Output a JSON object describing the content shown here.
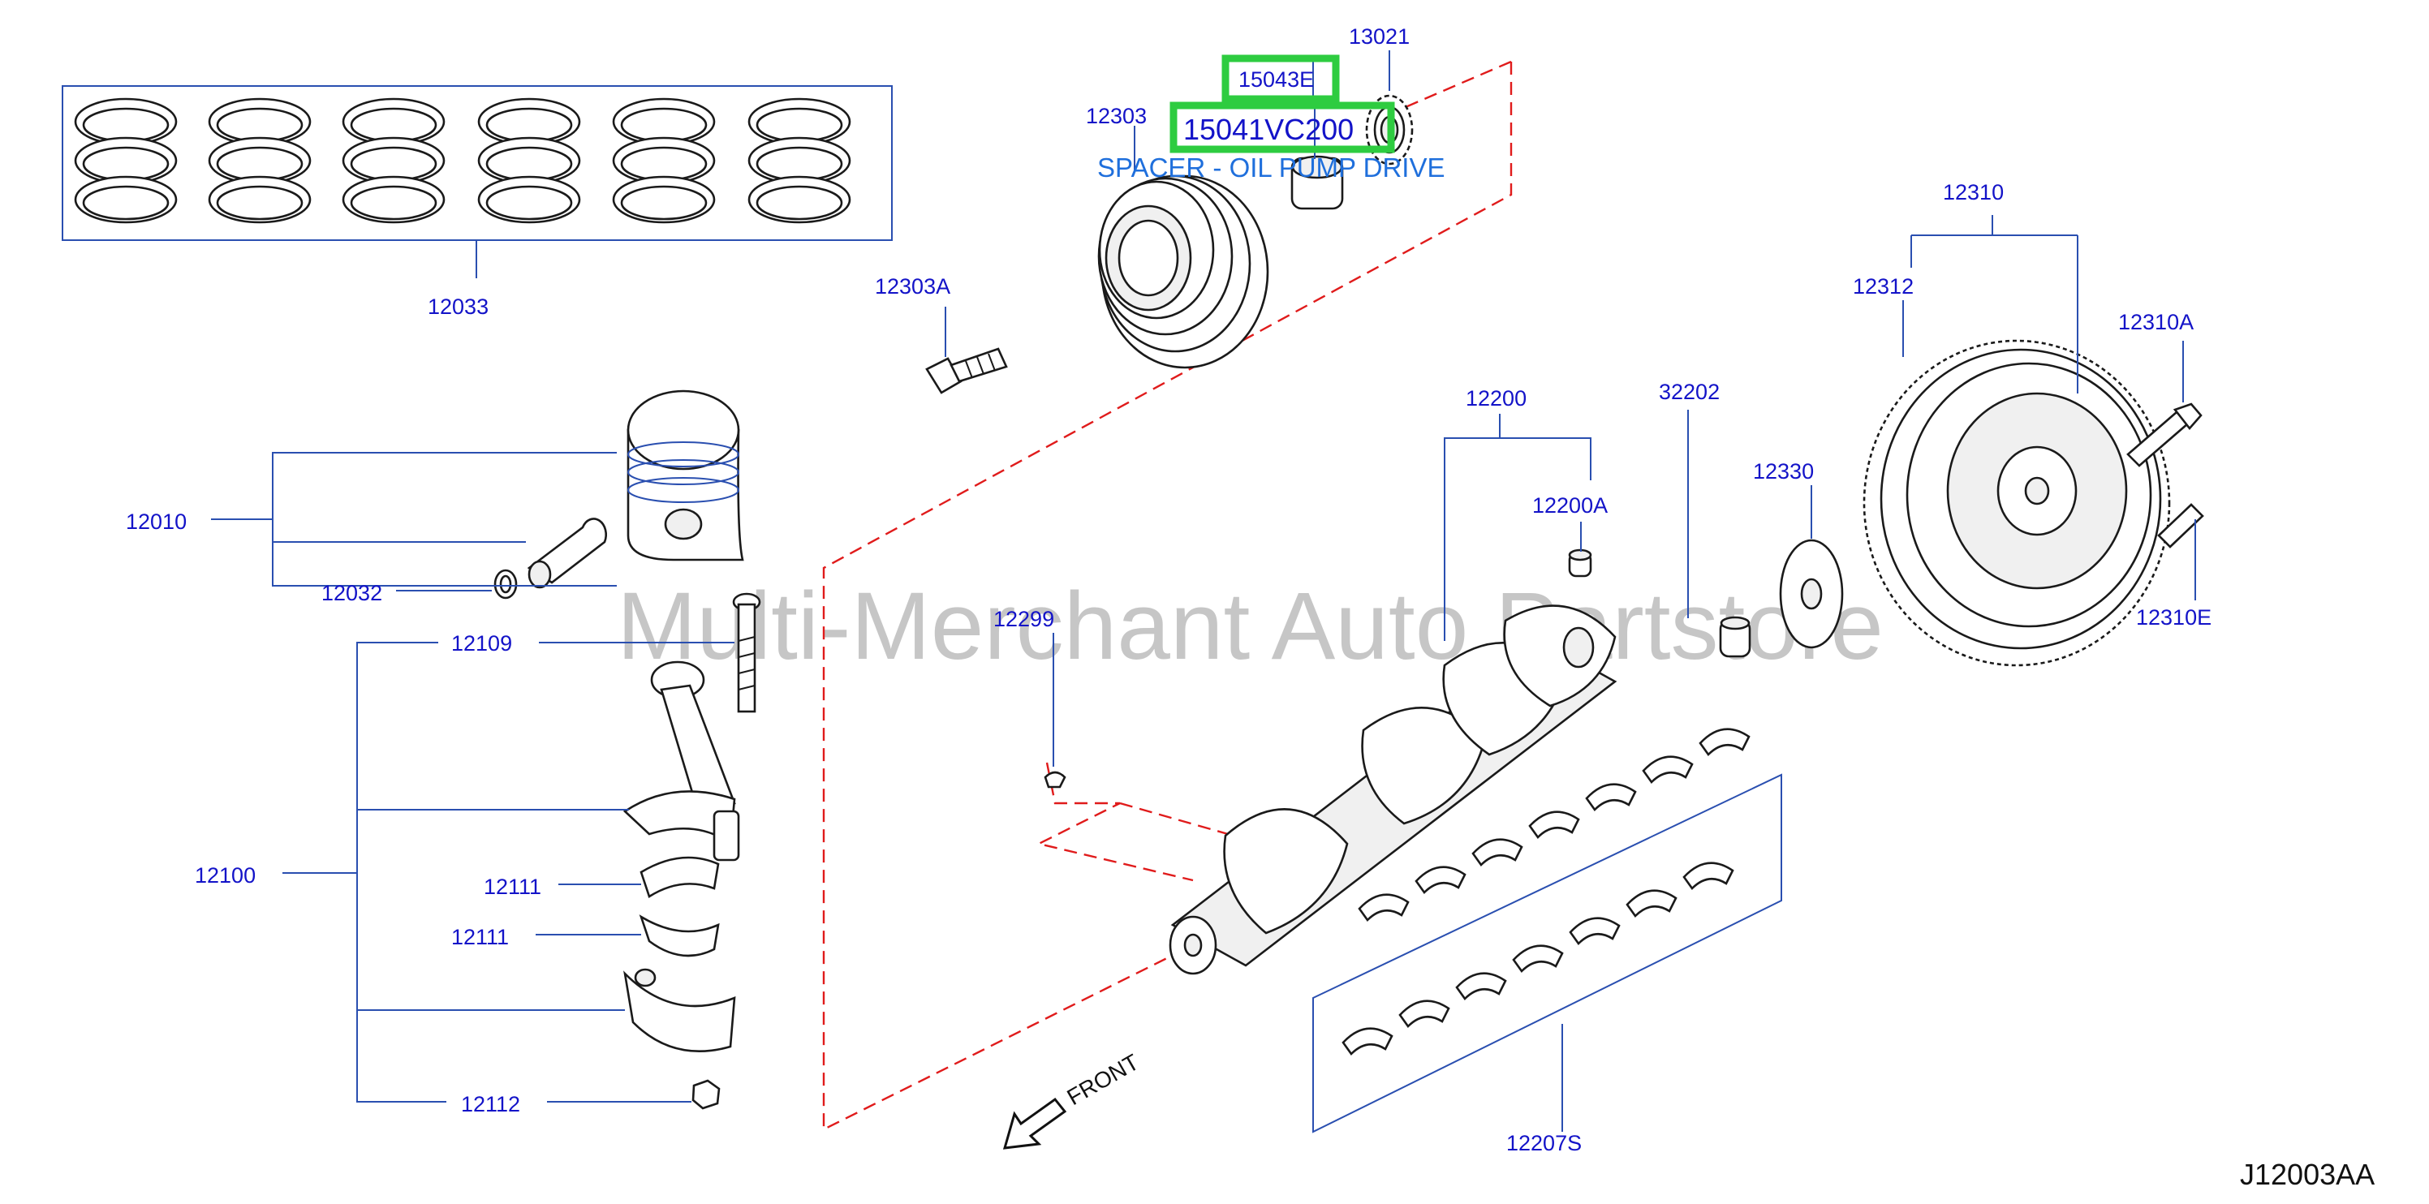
{
  "diagram": {
    "code": "J12003AA",
    "watermark": "Multi-Merchant Auto Partstore",
    "front_label": "FRONT",
    "annotation": "SPACER - OIL PUMP DRIVE",
    "highlight_colour": "#2ecc40",
    "label_colour": "#1313c8",
    "dashed_colour": "#e01b1b"
  },
  "labels": {
    "l15043E": "15043E",
    "l15041VC200": "15041VC200",
    "l13021": "13021",
    "l12303": "12303",
    "l12033": "12033",
    "l12303A": "12303A",
    "l12310": "12310",
    "l12312": "12312",
    "l12310A": "12310A",
    "l12200": "12200",
    "l32202": "32202",
    "l12200A": "12200A",
    "l12330": "12330",
    "l12310E": "12310E",
    "l12010": "12010",
    "l12032": "12032",
    "l12109": "12109",
    "l12299": "12299",
    "l12100": "12100",
    "l12111a": "12111",
    "l12111b": "12111",
    "l12112": "12112",
    "l12207S": "12207S"
  }
}
